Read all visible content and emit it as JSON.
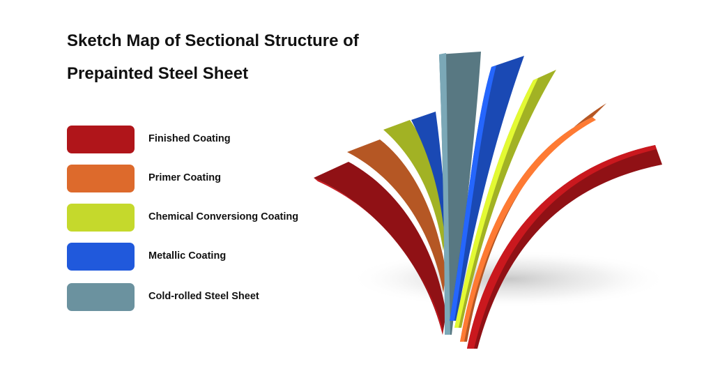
{
  "title": {
    "line1": "Sketch Map of Sectional Structure of",
    "line2": "Prepainted Steel Sheet"
  },
  "legend": [
    {
      "label": "Finished Coating",
      "color": "#b0151a"
    },
    {
      "label": "Primer Coating",
      "color": "#dd6a2c"
    },
    {
      "label": "Chemical Conversiong Coating",
      "color": "#c5d92c"
    },
    {
      "label": "Metallic Coating",
      "color": "#2059dc"
    },
    {
      "label": "Cold-rolled Steel Sheet",
      "color": "#6b929f"
    }
  ]
}
